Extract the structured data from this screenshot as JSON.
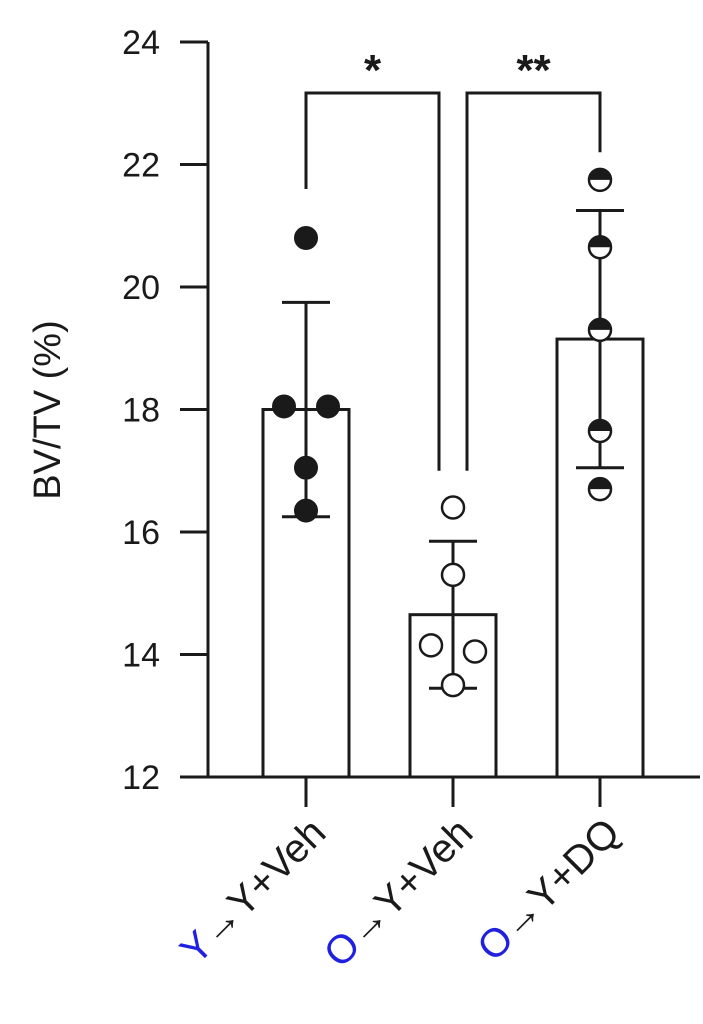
{
  "chart_data": {
    "type": "bar",
    "ylabel": "BV/TV (%)",
    "ylim": [
      12,
      24
    ],
    "yticks": [
      12,
      14,
      16,
      18,
      20,
      22,
      24
    ],
    "grid": false,
    "categories": [
      {
        "prefix": "Y",
        "prefix_color": "#2020e0",
        "suffix": "→Y+Veh"
      },
      {
        "prefix": "O",
        "prefix_color": "#2020e0",
        "suffix": "→Y+Veh"
      },
      {
        "prefix": "O",
        "prefix_color": "#2020e0",
        "suffix": "→Y+DQ"
      }
    ],
    "series": [
      {
        "values": [
          18.0,
          14.65,
          19.15
        ],
        "errors": [
          1.75,
          1.2,
          2.1
        ],
        "points": [
          [
            20.8,
            18.05,
            18.05,
            17.05,
            16.35
          ],
          [
            16.4,
            15.3,
            14.15,
            14.05,
            13.5
          ],
          [
            21.75,
            20.65,
            19.3,
            17.65,
            16.7
          ]
        ],
        "point_styles": [
          "filled",
          "open",
          "half"
        ]
      }
    ],
    "significance": [
      {
        "from": 0,
        "to": 1,
        "label": "*"
      },
      {
        "from": 1,
        "to": 2,
        "label": "**"
      }
    ],
    "colors": {
      "ink": "#1a1a1a",
      "accent": "#2020e0"
    }
  }
}
